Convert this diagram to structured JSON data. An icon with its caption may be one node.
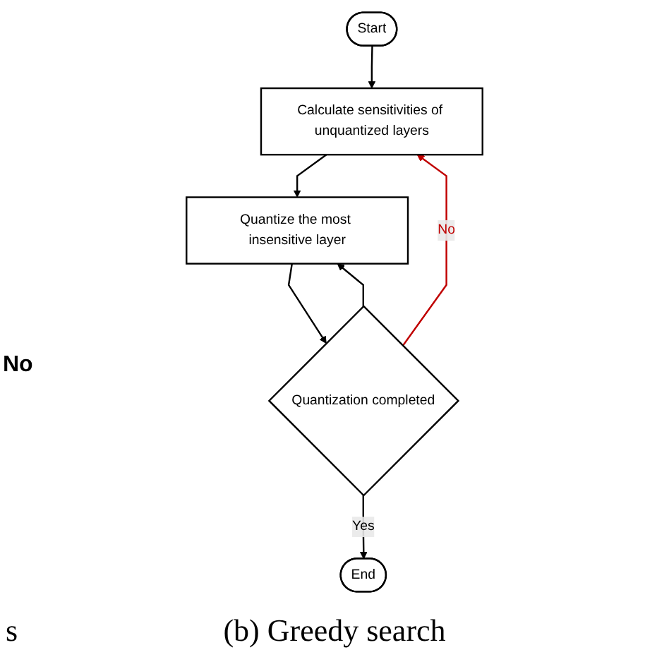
{
  "diagram": {
    "caption": "(b) Greedy search",
    "nodes": [
      {
        "text": [
          "Start"
        ]
      },
      {
        "text": [
          "Calculate sensitivities of unquantized layers"
        ]
      },
      {
        "text": [
          "Quantize the most insensitive layer"
        ]
      },
      {
        "text": [
          "Quantization completed"
        ]
      },
      {
        "text": [
          "End"
        ]
      }
    ],
    "edges": [
      {
        "from": 0,
        "to": 1,
        "arrow": "to"
      },
      {
        "from": 1,
        "to": 2,
        "arrow": "to"
      },
      {
        "from": 2,
        "to": 3,
        "arrow": "to"
      },
      {
        "from": 3,
        "to": 4,
        "arrow": "to",
        "label": "Yes"
      },
      {
        "from": 3,
        "to": 1,
        "arrow": "to",
        "label": "No",
        "color": "#c00000"
      },
      {
        "from": 3,
        "to": 2,
        "arrow": "to"
      }
    ],
    "labels": [
      "No",
      "s"
    ]
  }
}
